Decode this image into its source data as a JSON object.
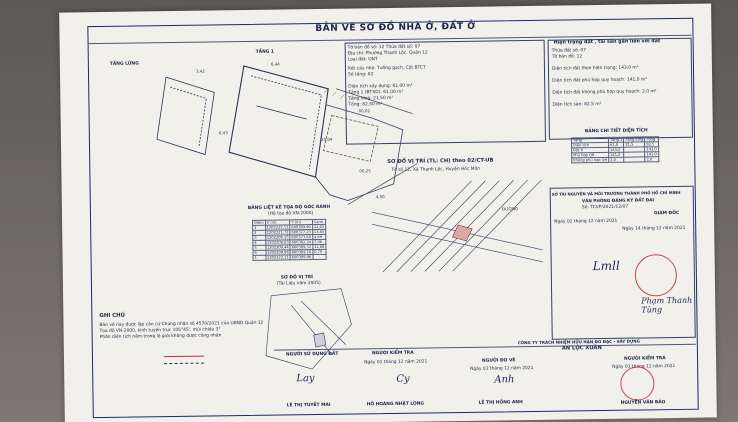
{
  "doc": {
    "title": "BẢN VẼ SƠ ĐỒ NHÀ Ở, ĐẤT Ở",
    "status_header": "Hiện trạng đất , tài sản gắn liền với đất",
    "info_left": [
      "Tờ bản đồ số: 12  Thửa đất số: 07",
      "Địa chỉ: Phường Thạnh Lộc, Quận 12",
      "Loại đất: ONT",
      "Kết cấu nhà: Tường gạch, Cột BTCT",
      "Số tầng: 02",
      "Diện tích xây dựng: 61,00 m²",
      "Tầng 1 (BTXD): 61,00 m²",
      "Tầng lửng: 21,50 m²",
      "Tổng: 82,50 m²"
    ],
    "info_right": [
      "Thửa đất số: 07",
      "Tờ bản đồ: 12",
      "Diện tích đất theo hiện trạng: 143,0 m²",
      "Diện tích đất phù hợp quy hoạch: 141,0 m²",
      "Diện tích đất không phù hợp quy hoạch: 2,0 m²",
      "Diện tích sàn: 82,5 m²"
    ],
    "labels": {
      "tang_lung": "TẦNG LỬNG",
      "tang_1": "TẦNG 1",
      "coord_title": "BẢNG LIỆT KÊ TỌA ĐỘ GÓC RANH",
      "coord_sub": "(Hệ tọa độ VN-2000)",
      "location_title": "SƠ ĐỒ VỊ TRÍ (TL: CH) theo 02/CT-UB",
      "location_sub": "Tờ số 12, Xã Thạnh Lộc, Huyện Hóc Môn",
      "small_location": "SƠ ĐỒ VỊ TRÍ",
      "small_location_sub": "(Tài Liệu năm 2005)",
      "area_table_title": "BẢNG CHI TIẾT DIỆN TÍCH",
      "notes_title": "GHI CHÚ",
      "agency": "SỞ TÀI NGUYÊN VÀ MÔI TRƯỜNG THÀNH PHỐ HỒ CHÍ MINH",
      "office": "VĂN PHÒNG ĐĂNG KÝ ĐẤT ĐAI",
      "director": "GIÁM ĐỐC",
      "date_right": "Ngày 14 tháng 12 năm 2021",
      "company": "CÔNG TY TRÁCH NHIỆM HỮU HẠN ĐO ĐẠC - XÂY DỰNG",
      "company2": "AN LỘC XUÂN",
      "sig1_role": "NGƯỜI SỬ DỤNG ĐẤT",
      "sig2_role": "NGƯỜI KIỂM TRA",
      "sig3_role": "NGƯỜI ĐO VẼ",
      "sig4_role": "NGƯỜI KIỂM TRA",
      "date_1": "Ngày 01 tháng 12 năm 2021",
      "date_2": "Ngày 01 tháng 12 năm 2021",
      "date_3": "Ngày 01 tháng 12 năm 2021",
      "name_1": "LÊ THỊ TUYẾT MAI",
      "name_2": "HỒ HOÀNG NHẬT LONG",
      "name_3": "LÊ THỊ HỒNG ANH",
      "name_4": "NGUYỄN VĂN BẢO"
    },
    "coords_header": [
      "Điểm",
      "X (m)",
      "Y (m)",
      "Cạnh"
    ],
    "coords": [
      [
        "1",
        "1202222,11",
        "600389,96",
        "12,85"
      ],
      [
        "2",
        "1202221,72",
        "600377,23",
        "13,64"
      ],
      [
        "3",
        "1202208,15",
        "600377,60",
        "4,69"
      ],
      [
        "4",
        "1202208,83",
        "600382,24",
        "7,06"
      ],
      [
        "5",
        "1202209,44",
        "600389,32",
        "12,68"
      ],
      [
        "6",
        "1202209,96",
        "600389,18",
        "0,79"
      ],
      [
        "1",
        "1202222,11",
        "600389,96",
        ""
      ]
    ],
    "area_rows": [
      [
        "Tầng",
        "Tầng 1",
        "Tầng lửng",
        "Tổng"
      ],
      [
        "Diện tích",
        "61,0",
        "21,5",
        "82,5"
      ],
      [
        "Đất ở",
        "143,0",
        "",
        "143,0"
      ],
      [
        "Phù hợp QH",
        "141,0",
        "",
        "141,0"
      ],
      [
        "Không phù hợp QH",
        "2,0",
        "",
        "2,0"
      ]
    ],
    "notes": [
      "Bản vẽ này được lập căn cứ Chứng nhận số 4570/2021 của UBND Quận 12",
      "Tọa độ VN-2000, kinh tuyến trục 105°45', múi chiếu 3°",
      "Phần diện tích nằm trong lộ giới không được công nhận"
    ],
    "road_label": "ĐƯỜNG",
    "office_code": "Số: TCVP/2021/12/07",
    "sign_date": "Ngày 02 tháng 12 năm 2021"
  }
}
